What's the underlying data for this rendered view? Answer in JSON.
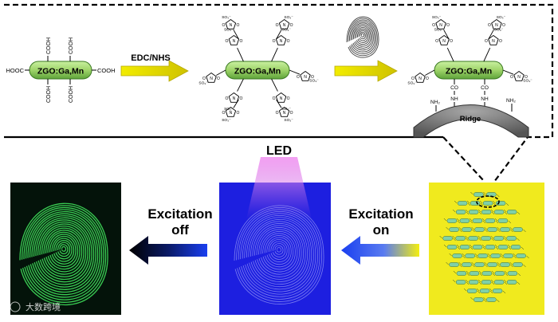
{
  "scheme": {
    "reagent": "EDC/NHS",
    "particle_label": "ZGO:Ga,Mn",
    "ridge_label": "Ridge",
    "carboxyl": "COOH",
    "carboxyl_left": "HOOC",
    "amine": "NH₂",
    "amide_nh": "NH",
    "amide_co": "CO",
    "o": "O",
    "n": "N",
    "sulfonate": "SO₃⁻"
  },
  "bottom": {
    "led": "LED",
    "excitation_off_line1": "Excitation",
    "excitation_off_line2": "off",
    "excitation_on_line1": "Excitation",
    "excitation_on_line2": "on"
  },
  "watermark": "大数跨境",
  "colors": {
    "particle_green": "#9fd46a",
    "arrow_yellow": "#ece200",
    "panel_blue": "#1d1fe0",
    "panel_yellow": "#f0ea1e",
    "panel_dark": "#04130a",
    "fingerprint_green": "#3fe05a",
    "ridge_gray": "#777777"
  }
}
